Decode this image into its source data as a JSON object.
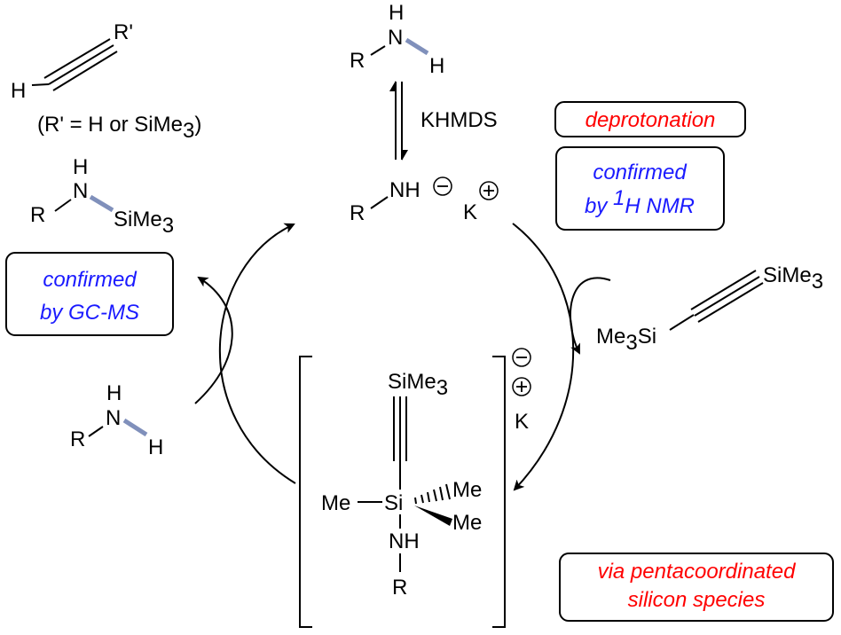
{
  "colors": {
    "confirmation_text": "#1a1aff",
    "mechanism_text": "#ff0000",
    "nh_bond_highlight": "#8090bb"
  },
  "alkyne": {
    "r_prime": "R'",
    "h": "H",
    "note_prefix": "(R' = H or SiMe",
    "note_sub": "3",
    "note_suffix": ")"
  },
  "silylamine": {
    "h": "H",
    "n": "N",
    "r": "R",
    "si": "SiMe",
    "si_sub": "3"
  },
  "gcms_box": {
    "line1": "confirmed",
    "line2": "by GC-MS"
  },
  "amine_top": {
    "h_top": "H",
    "n": "N",
    "r": "R",
    "h_right": "H"
  },
  "reagent": "KHMDS",
  "amide": {
    "r": "R",
    "nh": "NH",
    "k": "K"
  },
  "deprotonation_box": "deprotonation",
  "nmr_box": {
    "line1": "confirmed",
    "line2_prefix": "by ",
    "line2_sup": "1",
    "line2_suffix": "H NMR"
  },
  "btmsa": {
    "left_prefix": "Me",
    "left_sub": "3",
    "left_suffix": "Si",
    "right": "SiMe",
    "right_sub": "3"
  },
  "amine_left": {
    "h_top": "H",
    "n": "N",
    "r": "R",
    "h_right": "H"
  },
  "intermediate": {
    "top_si": "SiMe",
    "top_sub": "3",
    "me_left": "Me",
    "si": "Si",
    "me_hashed": "Me",
    "me_wedge": "Me",
    "nh": "NH",
    "r": "R",
    "counter_k": "K"
  },
  "pentacoordinate_box": {
    "line1": "via pentacoordinated",
    "line2": "silicon species"
  }
}
